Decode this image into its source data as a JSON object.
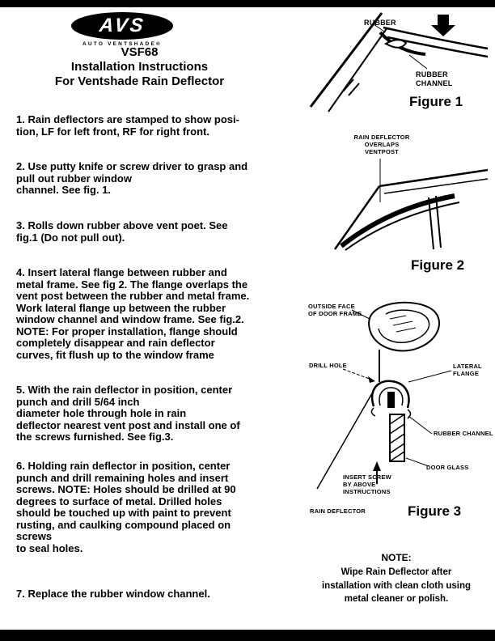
{
  "colors": {
    "ink": "#000000",
    "paper": "#ffffff"
  },
  "logo": {
    "brand": "AVS",
    "subtext": "AUTO VENTSHADE®"
  },
  "title": {
    "model": "VSF68",
    "line1": "Installation Instructions",
    "line2": "For Ventshade Rain Deflector"
  },
  "steps": [
    "1. Rain deflectors are stamped to show posi-\ntion, LF for left front, RF for right front.",
    "2. Use putty knife or screw driver to grasp and\npull out rubber window\nchannel.  See fig. 1.",
    "3. Rolls down rubber above vent poet. See\nfig.1 (Do not pull out).",
    "4. Insert lateral flange between rubber and\nmetal frame. See fig 2. The flange overlaps the\nvent post between the rubber and metal frame.\nWork lateral flange up between the rubber\nwindow channel and window frame. See fig.2.\nNOTE:  For proper installation, flange should\ncompletely disappear and rain deflector\ncurves, fit flush up to the window frame",
    "5. With the rain deflector in position, center\npunch and drill 5/64 inch\ndiameter hole through hole in rain\ndeflector nearest vent post and install one of\nthe screws furnished. See fig.3.",
    "6. Holding rain deflector in position, center\npunch and drill remaining holes and insert\nscrews. NOTE: Holes should be drilled at 90\ndegrees to surface of metal. Drilled holes\nshould be touched up with paint to prevent\nrusting, and caulking compound placed on\nscrews\nto seal holes.",
    "7. Replace the rubber window channel."
  ],
  "fig1": {
    "caption": "Figure 1",
    "label_rubber": "RUBBER",
    "label_channel": "RUBBER\nCHANNEL"
  },
  "fig2": {
    "caption": "Figure 2",
    "label_overlap": "RAIN DEFLECTOR\nOVERLAPS\nVENTPOST"
  },
  "fig3": {
    "caption": "Figure 3",
    "label_outside": "OUTSIDE FACE\nOF DOOR FRAME",
    "label_drill": "DRILL HOLE",
    "label_lateral": "LATERAL\nFLANGE",
    "label_rubber_channel": "RUBBER CHANNEL",
    "label_door_glass": "DOOR GLASS",
    "label_insert": "INSERT SCREW\nBY ABOVE\nINSTRUCTIONS",
    "label_rain": "RAIN DEFLECTOR"
  },
  "note": {
    "title": "NOTE:",
    "body": "Wipe Rain Deflector after\ninstallation with clean cloth using\nmetal cleaner or polish."
  }
}
